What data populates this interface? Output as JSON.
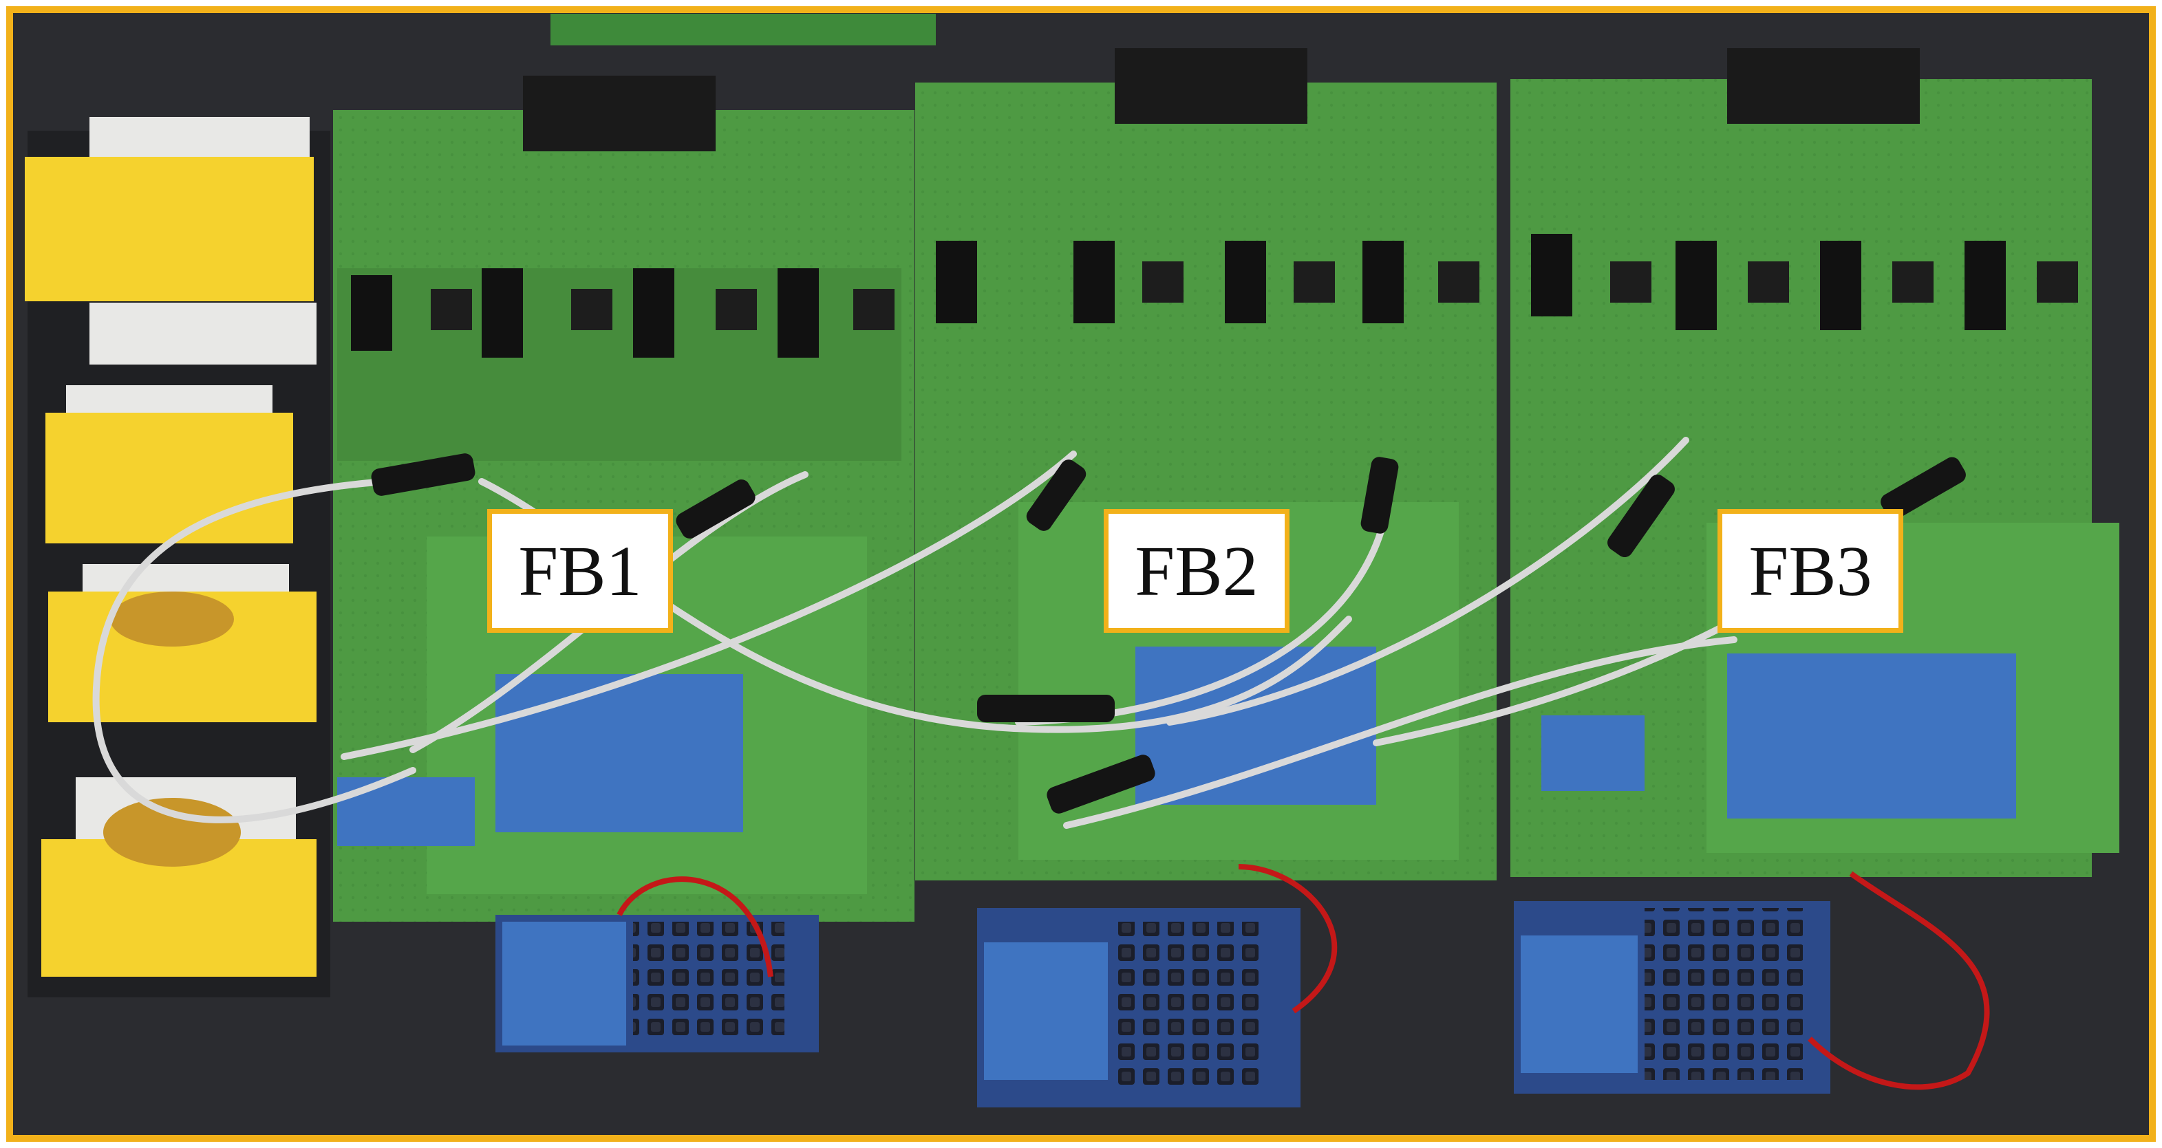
{
  "photo": {
    "frame_color": "#f2b11a",
    "background_color": "#2a2b2e",
    "pcb_color": "#4e9a43",
    "transformer_tape_color": "#f5d22e",
    "capacitor_color": "#3f74c1",
    "wire_color": "#d9d9d9"
  },
  "labels": {
    "fb1": "FB1",
    "fb2": "FB2",
    "fb3": "FB3"
  }
}
